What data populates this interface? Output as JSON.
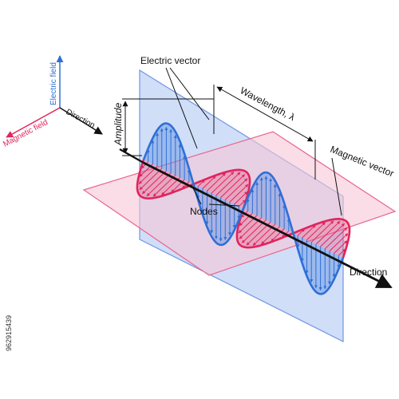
{
  "legend": {
    "electric_field": "Electric field",
    "magnetic_field": "Magnetic field",
    "direction": "Direction"
  },
  "labels": {
    "amplitude": "Amplitude",
    "electric_vector": "Electric vector",
    "wavelength": "Wavelength, λ",
    "magnetic_vector": "Magnetic vector",
    "nodes": "Nodes",
    "direction": "Direction"
  },
  "stock_id": "962915439",
  "colors": {
    "electric": "#2f6fd6",
    "electric_fill": "#5b8fe0",
    "magnetic": "#e0245e",
    "magnetic_fill": "#e8557f",
    "plane_blue": "#a9c3f2",
    "plane_pink": "#f7c6d6",
    "axis": "#111111"
  }
}
